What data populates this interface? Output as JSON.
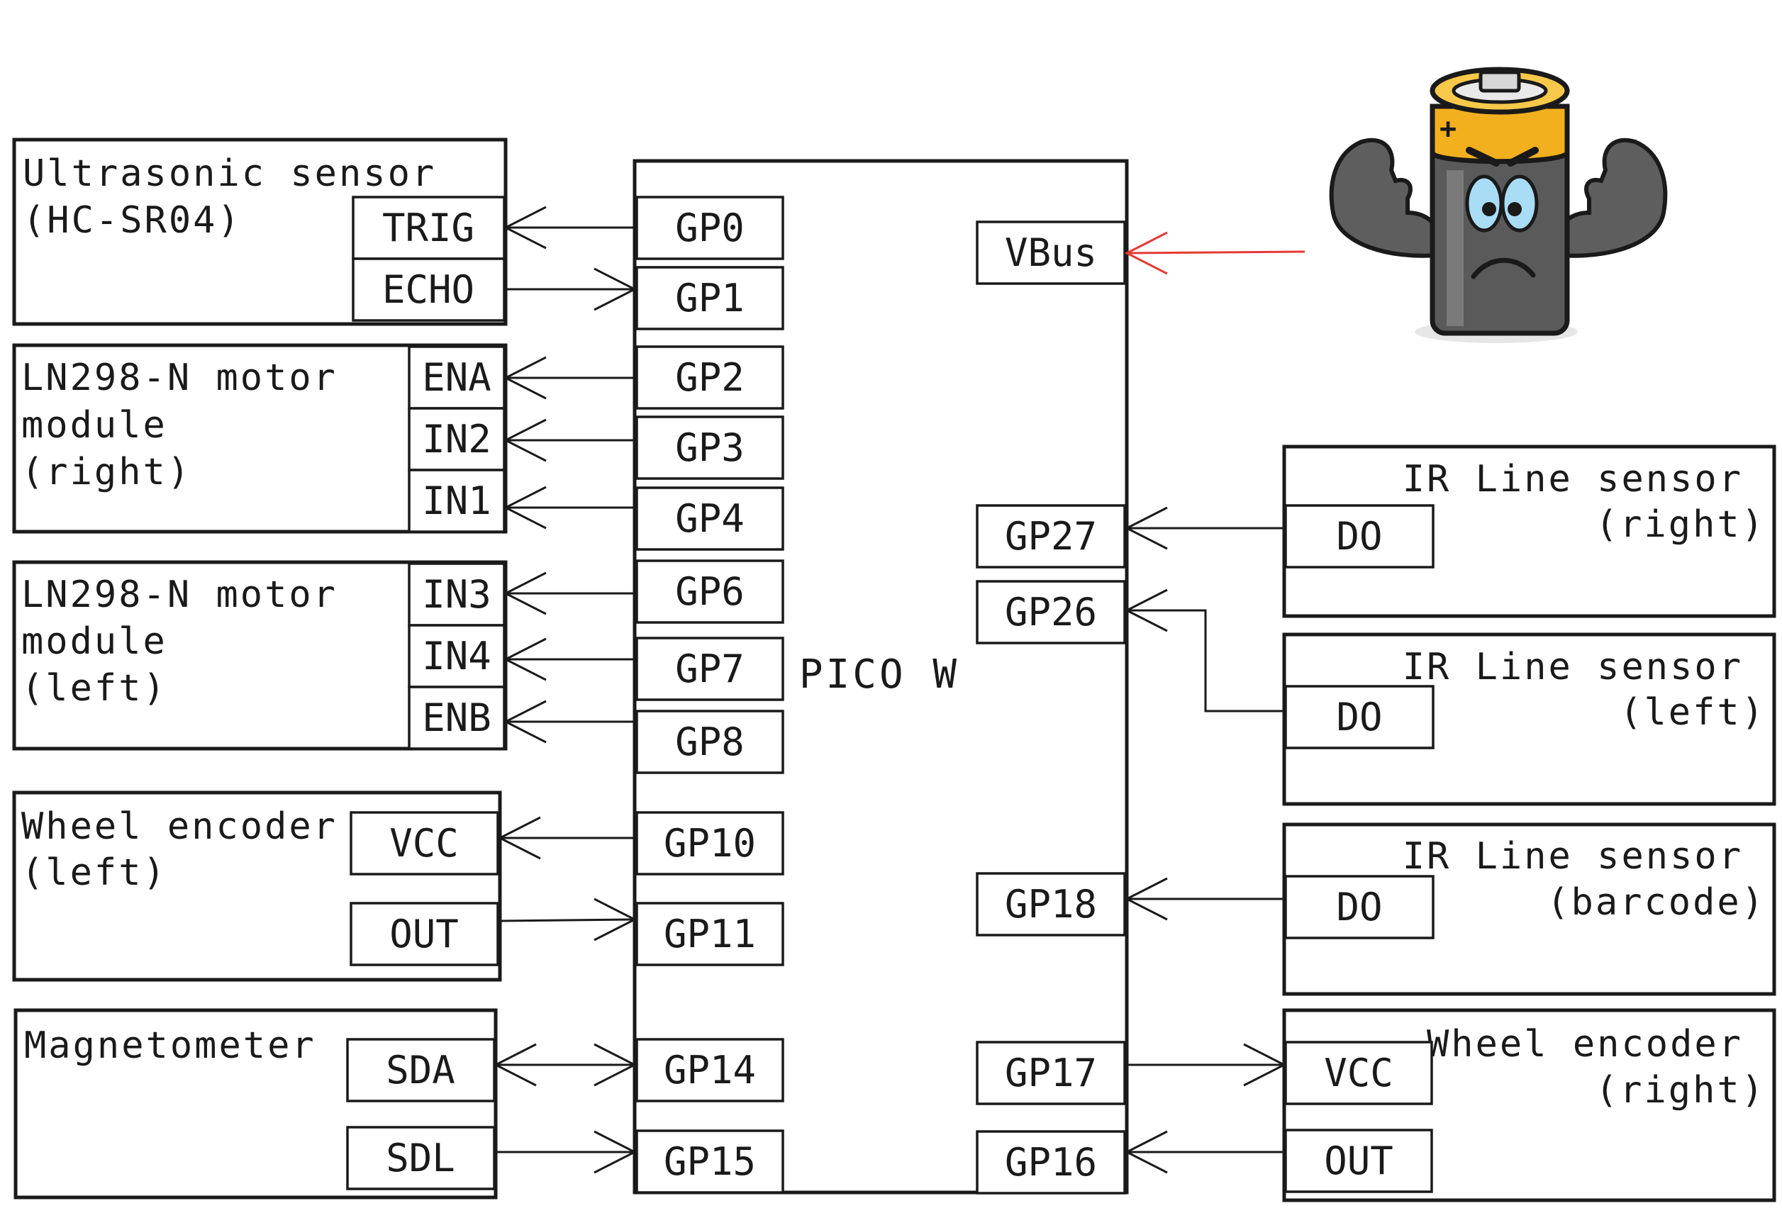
{
  "colors": {
    "stroke": "#1a1a1a",
    "power_wire": "#e53935",
    "battery_body": "#5a5a5a",
    "battery_cap": "#f2b01e",
    "battery_arm": "#5e5e5e",
    "battery_eye": "#a9dcf5"
  },
  "controller": {
    "label": "PICO W",
    "left_pins": [
      "GP0",
      "GP1",
      "GP2",
      "GP3",
      "GP4",
      "GP6",
      "GP7",
      "GP8",
      "GP10",
      "GP11",
      "GP14",
      "GP15"
    ],
    "right_pins": [
      "VBus",
      "GP27",
      "GP26",
      "GP18",
      "GP17",
      "GP16"
    ]
  },
  "modules": {
    "ultrasonic": {
      "title_lines": [
        "Ultrasonic sensor",
        "(HC-SR04)"
      ],
      "pins": [
        "TRIG",
        "ECHO"
      ]
    },
    "motor_right": {
      "title_lines": [
        "LN298-N motor",
        "module",
        "(right)"
      ],
      "pins": [
        "ENA",
        "IN2",
        "IN1"
      ]
    },
    "motor_left": {
      "title_lines": [
        "LN298-N motor",
        "module",
        "(left)"
      ],
      "pins": [
        "IN3",
        "IN4",
        "ENB"
      ]
    },
    "encoder_left": {
      "title_lines": [
        "Wheel encoder",
        "(left)"
      ],
      "pins": [
        "VCC",
        "OUT"
      ]
    },
    "magnetometer": {
      "title_lines": [
        "Magnetometer"
      ],
      "pins": [
        "SDA",
        "SDL"
      ]
    },
    "ir_right": {
      "title_lines": [
        "IR Line sensor",
        "(right)"
      ],
      "pins": [
        "DO"
      ]
    },
    "ir_left": {
      "title_lines": [
        "IR Line sensor",
        "(left)"
      ],
      "pins": [
        "DO"
      ]
    },
    "ir_barcode": {
      "title_lines": [
        "IR Line sensor",
        "(barcode)"
      ],
      "pins": [
        "DO"
      ]
    },
    "encoder_right": {
      "title_lines": [
        "Wheel encoder",
        "(right)"
      ],
      "pins": [
        "VCC",
        "OUT"
      ]
    }
  },
  "battery": {
    "icon": "battery-mascot-icon",
    "symbol": "+"
  }
}
